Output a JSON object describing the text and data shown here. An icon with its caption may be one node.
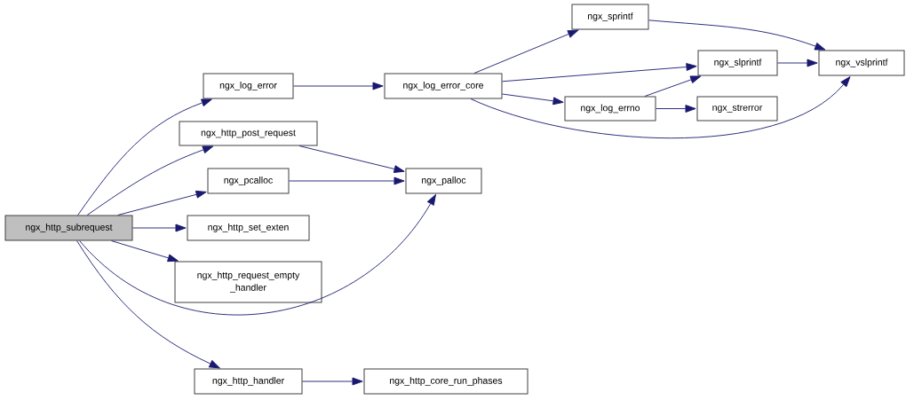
{
  "diagram": {
    "nodes": [
      {
        "text": [
          "ngx_http_subrequest"
        ]
      },
      {
        "text": [
          "ngx_log_error"
        ]
      },
      {
        "text": [
          "ngx_http_post_request"
        ]
      },
      {
        "text": [
          "ngx_pcalloc"
        ]
      },
      {
        "text": [
          "ngx_http_set_exten"
        ]
      },
      {
        "text": [
          "ngx_http_request_empty _handler"
        ]
      },
      {
        "text": [
          "ngx_http_handler"
        ]
      },
      {
        "text": [
          "ngx_log_error_core"
        ]
      },
      {
        "text": [
          "ngx_palloc"
        ]
      },
      {
        "text": [
          "ngx_http_core_run_phases"
        ]
      },
      {
        "text": [
          "ngx_sprintf"
        ]
      },
      {
        "text": [
          "ngx_slprintf"
        ]
      },
      {
        "text": [
          "ngx_log_errno"
        ]
      },
      {
        "text": [
          "ngx_strerror"
        ]
      },
      {
        "text": [
          "ngx_vslprintf"
        ]
      }
    ],
    "edges": [
      {
        "from": 0,
        "to": 1,
        "arrow": "to"
      },
      {
        "from": 0,
        "to": 2,
        "arrow": "to"
      },
      {
        "from": 0,
        "to": 3,
        "arrow": "to"
      },
      {
        "from": 0,
        "to": 4,
        "arrow": "to"
      },
      {
        "from": 0,
        "to": 5,
        "arrow": "to"
      },
      {
        "from": 0,
        "to": 8,
        "arrow": "to"
      },
      {
        "from": 0,
        "to": 6,
        "arrow": "to"
      },
      {
        "from": 1,
        "to": 7,
        "arrow": "to"
      },
      {
        "from": 2,
        "to": 8,
        "arrow": "to"
      },
      {
        "from": 3,
        "to": 8,
        "arrow": "to"
      },
      {
        "from": 6,
        "to": 9,
        "arrow": "to"
      },
      {
        "from": 7,
        "to": 10,
        "arrow": "to"
      },
      {
        "from": 7,
        "to": 11,
        "arrow": "to"
      },
      {
        "from": 7,
        "to": 12,
        "arrow": "to"
      },
      {
        "from": 7,
        "to": 14,
        "arrow": "to"
      },
      {
        "from": 10,
        "to": 14,
        "arrow": "to"
      },
      {
        "from": 11,
        "to": 14,
        "arrow": "to"
      },
      {
        "from": 12,
        "to": 11,
        "arrow": "to"
      },
      {
        "from": 12,
        "to": 13,
        "arrow": "to"
      }
    ]
  }
}
